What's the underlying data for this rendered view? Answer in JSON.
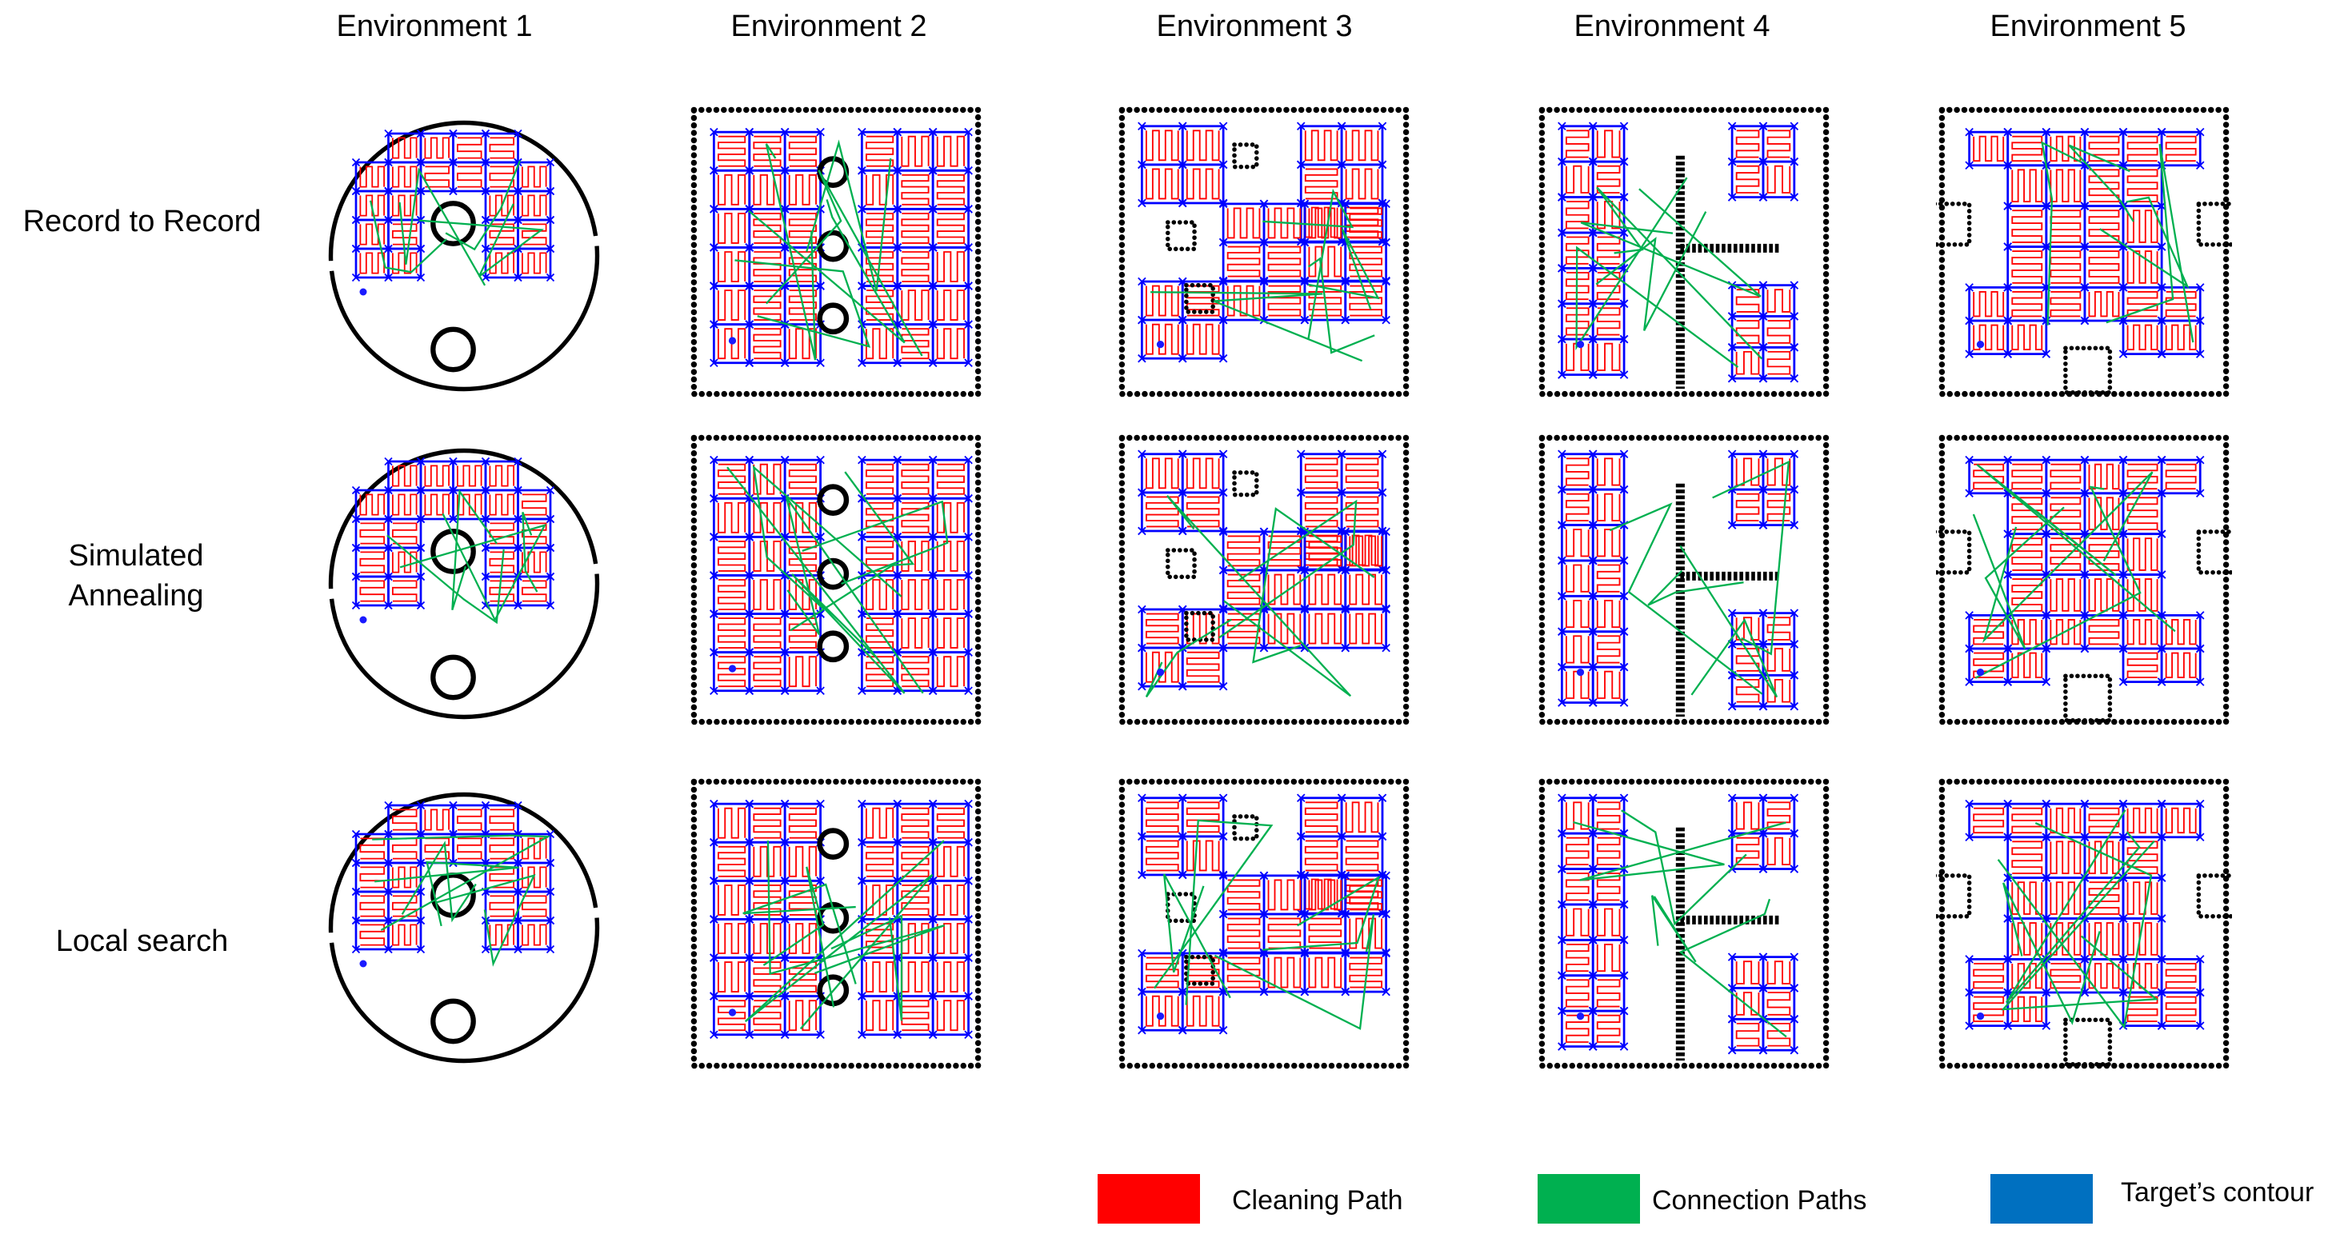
{
  "columns": [
    "Environment 1",
    "Environment 2",
    "Environment 3",
    "Environment 4",
    "Environment 5"
  ],
  "rows": [
    "Record to Record",
    "Simulated Annealing",
    "Local search"
  ],
  "legend": [
    {
      "label": "Cleaning Path",
      "color": "#ff0000"
    },
    {
      "label": "Connection Paths",
      "color": "#00b050"
    },
    {
      "label": "Target’s contour",
      "color": "#0070c0"
    }
  ],
  "colors": {
    "cleaning": "#ff0000",
    "connection": "#00b050",
    "contour": "#0000ff",
    "obstacle": "#000000"
  }
}
